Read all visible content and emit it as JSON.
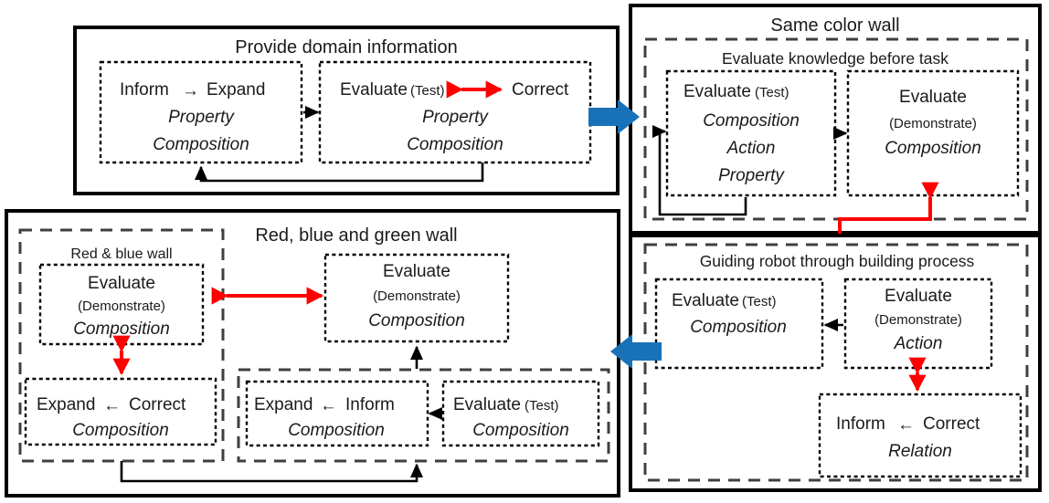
{
  "figure": {
    "type": "process-diagram",
    "title_colors": {
      "accent_blue": "#1972b8",
      "accent_red": "#ff0000",
      "line_black": "#000000"
    }
  },
  "panels": {
    "provide_domain": {
      "title": "Provide domain information",
      "boxes": [
        {
          "id": "pd-b1",
          "line1_left": "Inform",
          "line1_arrow": "→",
          "line1_right": "Expand",
          "italics": [
            "Property",
            "Composition"
          ]
        },
        {
          "id": "pd-b2",
          "line1_left": "Evaluate",
          "line1_paren": "(Test)",
          "line1_arrow": "⟷",
          "line1_right": "Correct",
          "italics": [
            "Property",
            "Composition"
          ]
        }
      ]
    },
    "same_color_wall": {
      "title": "Same color wall",
      "subgroup": {
        "title": "Evaluate knowledge before task",
        "boxes": [
          {
            "id": "sc-b1",
            "line1_left": "Evaluate",
            "line1_paren": "(Test)",
            "italics": [
              "Composition",
              "Action",
              "Property"
            ]
          },
          {
            "id": "sc-b2",
            "line1_left": "Evaluate",
            "line2_paren": "(Demonstrate)",
            "italics": [
              "Composition"
            ]
          }
        ]
      }
    },
    "guiding_robot": {
      "title": "Guiding robot through building process",
      "boxes": [
        {
          "id": "gr-b1",
          "line1_left": "Evaluate",
          "line1_paren": "(Test)",
          "italics": [
            "Composition"
          ]
        },
        {
          "id": "gr-b2",
          "line1_left": "Evaluate",
          "line2_paren": "(Demonstrate)",
          "italics": [
            "Action"
          ]
        },
        {
          "id": "gr-b3",
          "line1_left": "Inform",
          "line1_arrow": "←",
          "line1_right": "Correct",
          "italics": [
            "Relation"
          ]
        }
      ]
    },
    "rbg_wall": {
      "title": "Red, blue and green wall",
      "subgroup_red_blue": {
        "title": "Red & blue wall",
        "boxes": [
          {
            "id": "rb-b1",
            "line1_left": "Evaluate",
            "line2_paren": "(Demonstrate)",
            "italics": [
              "Composition"
            ]
          },
          {
            "id": "rb-b2",
            "line1_left": "Expand",
            "line1_arrow": "←",
            "line1_right": "Correct",
            "italics": [
              "Composition"
            ]
          }
        ]
      },
      "boxes": [
        {
          "id": "rbg-top",
          "line1_left": "Evaluate",
          "line2_paren": "(Demonstrate)",
          "italics": [
            "Composition"
          ]
        }
      ],
      "subgroup_inner": {
        "boxes": [
          {
            "id": "rbg-b1",
            "line1_left": "Expand",
            "line1_arrow": "←",
            "line1_right": "Inform",
            "italics": [
              "Composition"
            ]
          },
          {
            "id": "rbg-b2",
            "line1_left": "Evaluate",
            "line1_paren": "(Test)",
            "italics": [
              "Composition"
            ]
          }
        ]
      }
    }
  },
  "connectors": {
    "blue_arrow_top": "blue-arrow-right",
    "blue_arrow_bottom": "blue-arrow-left",
    "red_bidirectional_vertical_right": "red-double-arrow",
    "red_bidirectional_horizontal_left": "red-double-arrow"
  }
}
